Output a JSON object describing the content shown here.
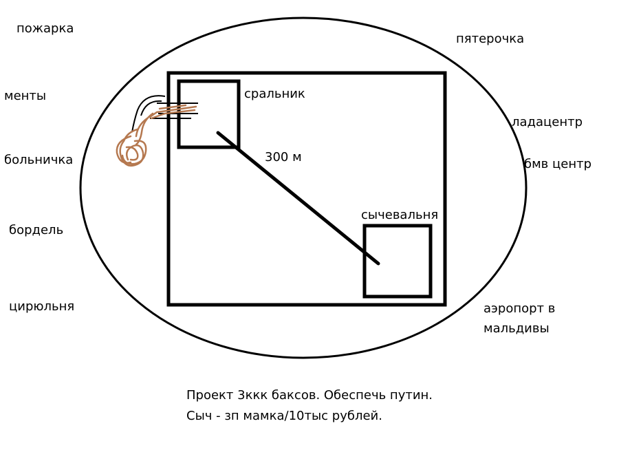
{
  "outside_labels": {
    "fire_station": "пожарка",
    "police": "менты",
    "hospital": "больничка",
    "brothel": "бордель",
    "barbershop": "цирюльня",
    "store": "пятерочка",
    "lada_center": "ладацентр",
    "bmw_center": "бмв центр",
    "airport_line1": "аэропорт в",
    "airport_line2": "мальдивы"
  },
  "inside_labels": {
    "toilet_room": "сральник",
    "sych_room": "сычевальня",
    "distance": "300 м"
  },
  "caption": {
    "line1": "Проект 3ккк баксов. Обеспечь путин.",
    "line2": "Сыч - зп мамка/10тыс рублей."
  },
  "colors": {
    "ink": "#000000",
    "brown_scribble": "#b5784f",
    "background": "#ffffff"
  }
}
